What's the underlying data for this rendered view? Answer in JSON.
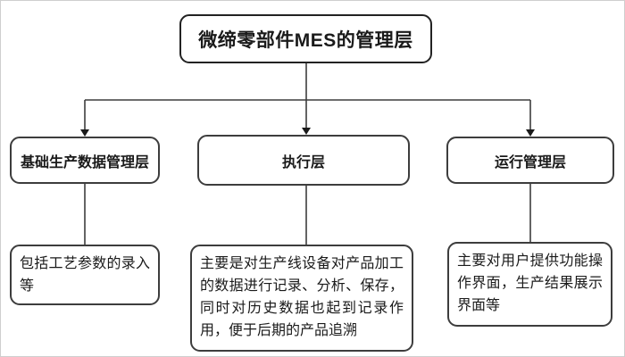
{
  "diagram": {
    "title": "微缔零部件MES的管理层",
    "layers": [
      {
        "label": "基础生产数据管理层",
        "description": "包括工艺参数的录入等"
      },
      {
        "label": "执行层",
        "description": "主要是对生产线设备对产品加工的数据进行记录、分析、保存，同时对历史数据也起到记录作用，便于后期的产品追溯"
      },
      {
        "label": "运行管理层",
        "description": "主要对用户提供功能操作界面，生产结果展示界面等"
      }
    ],
    "colors": {
      "background": "#ffffff",
      "box_border": "#3d3d3d",
      "title_border": "#222222",
      "connector": "#3d3d3d",
      "arrowhead": "#1a1a1a",
      "text": "#1a1a1a"
    }
  }
}
